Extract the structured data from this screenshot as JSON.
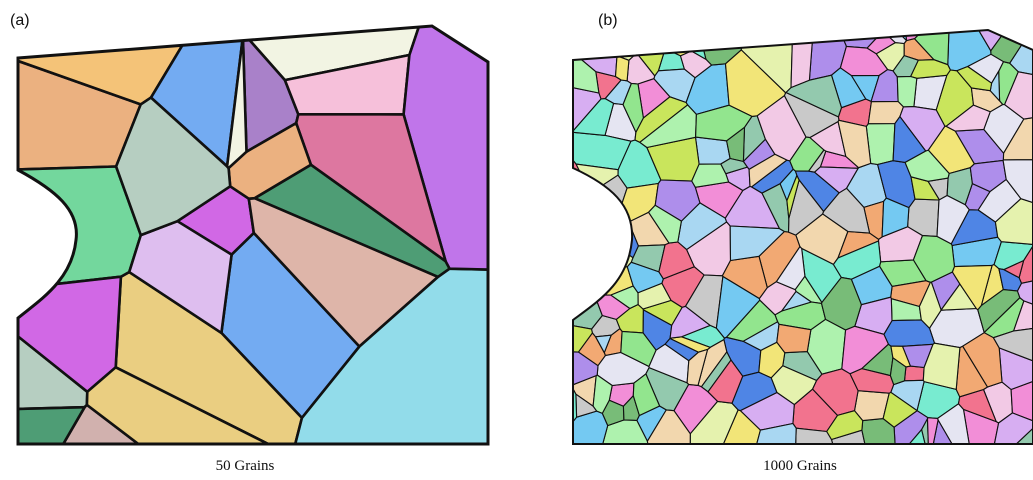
{
  "panels": [
    {
      "label": "(a)",
      "caption": "50 Grains"
    },
    {
      "label": "(b)",
      "caption": "1000 Grains"
    }
  ],
  "colors": {
    "outline": "#111111",
    "grain_palette_a": [
      "#5a9cf0",
      "#e8a36a",
      "#c94ee0",
      "#a9c6b6",
      "#2f8c5d",
      "#e6c56b",
      "#f0f2de",
      "#9a6bc0",
      "#f4b5d4",
      "#d8a89a",
      "#f2b860",
      "#7fd6e6",
      "#5ad08c",
      "#b55de6",
      "#d8b3ec",
      "#d75f8f",
      "#c9a3a0"
    ],
    "grain_palette_b": [
      "#7fe07a",
      "#5cc0f0",
      "#f07ad0",
      "#f0e060",
      "#a07ae8",
      "#60e8c8",
      "#f09a5a",
      "#e0f0a0",
      "#9ad0f0",
      "#c0c0c0",
      "#f05a7a",
      "#60b060",
      "#d0a0f0",
      "#f0c0e0",
      "#3070e0",
      "#e0e0f0",
      "#a0f0a0",
      "#f0d0a0",
      "#80c0a0",
      "#c0e040"
    ]
  }
}
